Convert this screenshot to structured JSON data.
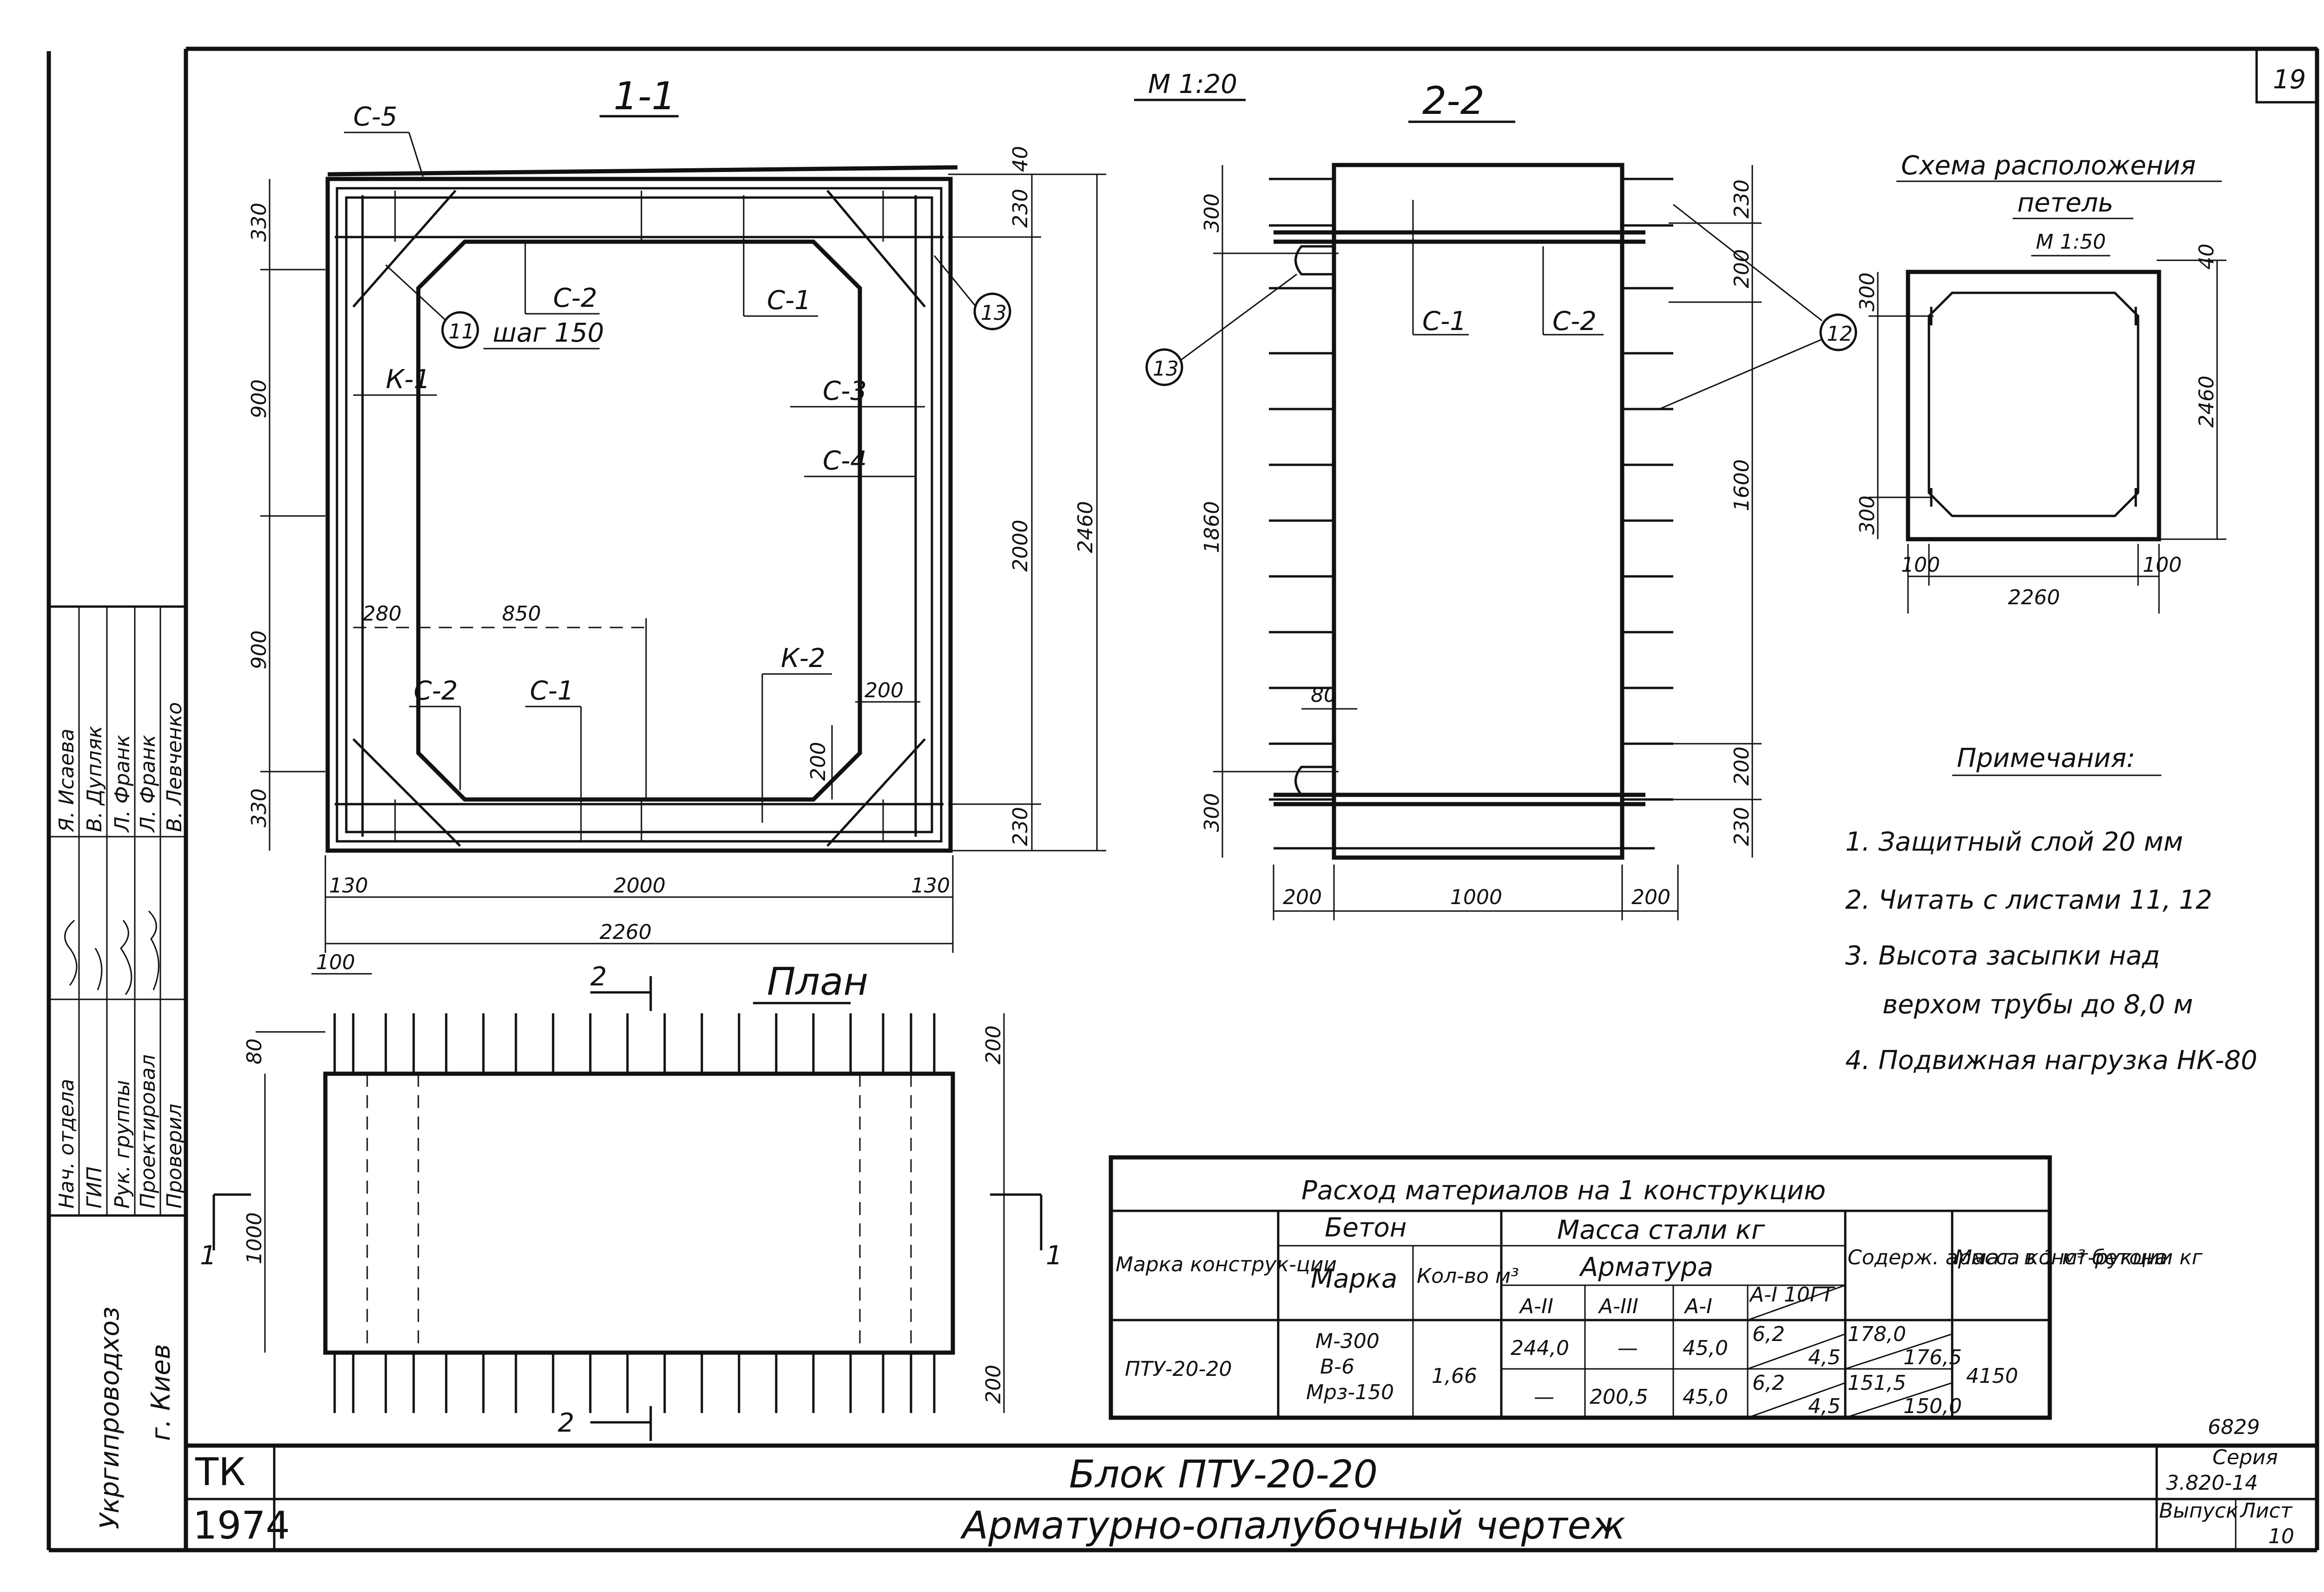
{
  "page_number": "19",
  "scale_main": "М 1:20",
  "section_1_1": {
    "title": "1-1",
    "rebar_labels": {
      "c5": "С-5",
      "c2_top": "С-2",
      "c1_top": "С-1",
      "c3": "С-3",
      "c4": "С-4",
      "k1": "К-1",
      "c2_bot": "С-2",
      "c1_bot": "С-1",
      "k2": "К-2"
    },
    "callout_11": "11",
    "callout_11_step": "шаг 150",
    "callout_13": "13",
    "dims_left": {
      "top": "330",
      "upper": "900",
      "lower": "900",
      "bottom": "330"
    },
    "dims_right": {
      "top_cover": "40",
      "top": "230",
      "mid": "2000",
      "bottom": "230",
      "overall": "2460"
    },
    "dims_inner": {
      "a": "280",
      "b": "850",
      "c": "200",
      "d": "200"
    },
    "dims_bottom": {
      "left": "130",
      "mid": "2000",
      "right": "130",
      "overall": "2260"
    }
  },
  "section_2_2": {
    "title": "2-2",
    "labels": {
      "c1": "С-1",
      "c2": "С-2"
    },
    "callout_12": "12",
    "callout_13": "13",
    "dims_left": {
      "top": "300",
      "mid": "1860",
      "bottom": "300",
      "small": "80"
    },
    "dims_right": {
      "top": "230",
      "upper": "200",
      "mid": "1600",
      "lower": "200",
      "bottom": "230"
    },
    "dims_bottom": {
      "left": "200",
      "mid": "1000",
      "right": "200"
    }
  },
  "plan": {
    "title": "План",
    "section_mark": "2",
    "section_mark_side": "1",
    "dims": {
      "left_top": "100",
      "left_edge": "80",
      "height": "1000",
      "right_top": "200",
      "right_bottom": "200"
    }
  },
  "loop_scheme": {
    "title_line1": "Схема расположения",
    "title_line2": "петель",
    "scale": "М 1:50",
    "dims": {
      "top": "40",
      "left_top": "300",
      "height": "2460",
      "left_bottom": "300",
      "bot_left": "100",
      "bot_right": "100",
      "width": "2260"
    }
  },
  "notes": {
    "title": "Примечания:",
    "items": [
      "1. Защитный слой 20 мм",
      "2. Читать с листами 11, 12",
      "3. Высота засыпки над",
      "верхом трубы до 8,0 м",
      "4. Подвижная нагрузка НК-80"
    ]
  },
  "materials_table": {
    "title": "Расход материалов на 1 конструкцию",
    "headers": {
      "mark": "Марка конструк-ции",
      "concrete": "Бетон",
      "concrete_mark": "Марка",
      "concrete_volume": "Кол-во м³",
      "steel": "Масса стали кг",
      "armature": "Арматура",
      "a2": "А-II",
      "a3": "А-III",
      "a1": "А-I",
      "a1_10gt": "А-I 10ГТ",
      "content": "Содерж. армат. в 1 м³ бетона",
      "mass": "Масса конст-рукции кг"
    },
    "row": {
      "mark": "ПТУ-20-20",
      "concrete_mark_1": "М-300",
      "concrete_mark_2": "В-6",
      "concrete_mark_3": "Мрз-150",
      "volume": "1,66",
      "mass": "4150"
    },
    "lines": [
      {
        "a2": "244,0",
        "a3": "—",
        "a1": "45,0",
        "a1g_a": "6,2",
        "a1g_b": "4,5",
        "cont_a": "178,0",
        "cont_b": "176,5"
      },
      {
        "a2": "—",
        "a3": "200,5",
        "a1": "45,0",
        "a1g_a": "6,2",
        "a1g_b": "4,5",
        "cont_a": "151,5",
        "cont_b": "150,0"
      }
    ]
  },
  "signatures": {
    "roles": [
      "Нач. отдела",
      "ГИП",
      "Рук. группы",
      "Проектировал",
      "Проверил"
    ],
    "names": [
      "Я. Исаева",
      "В. Дупляк",
      "Л. Франк",
      "Л. Франк",
      "В. Левченко"
    ],
    "organization": "Укргипроводхоз",
    "city": "г. Киев"
  },
  "title_block": {
    "code": "ТК",
    "year": "1974",
    "title": "Блок ПТУ-20-20",
    "subtitle": "Арматурно-опалубочный чертеж",
    "number": "6829",
    "series_label": "Серия",
    "series_value": "3.820-14",
    "issue_label": "Выпуск",
    "sheet_label": "Лист",
    "sheet_value": "10"
  }
}
